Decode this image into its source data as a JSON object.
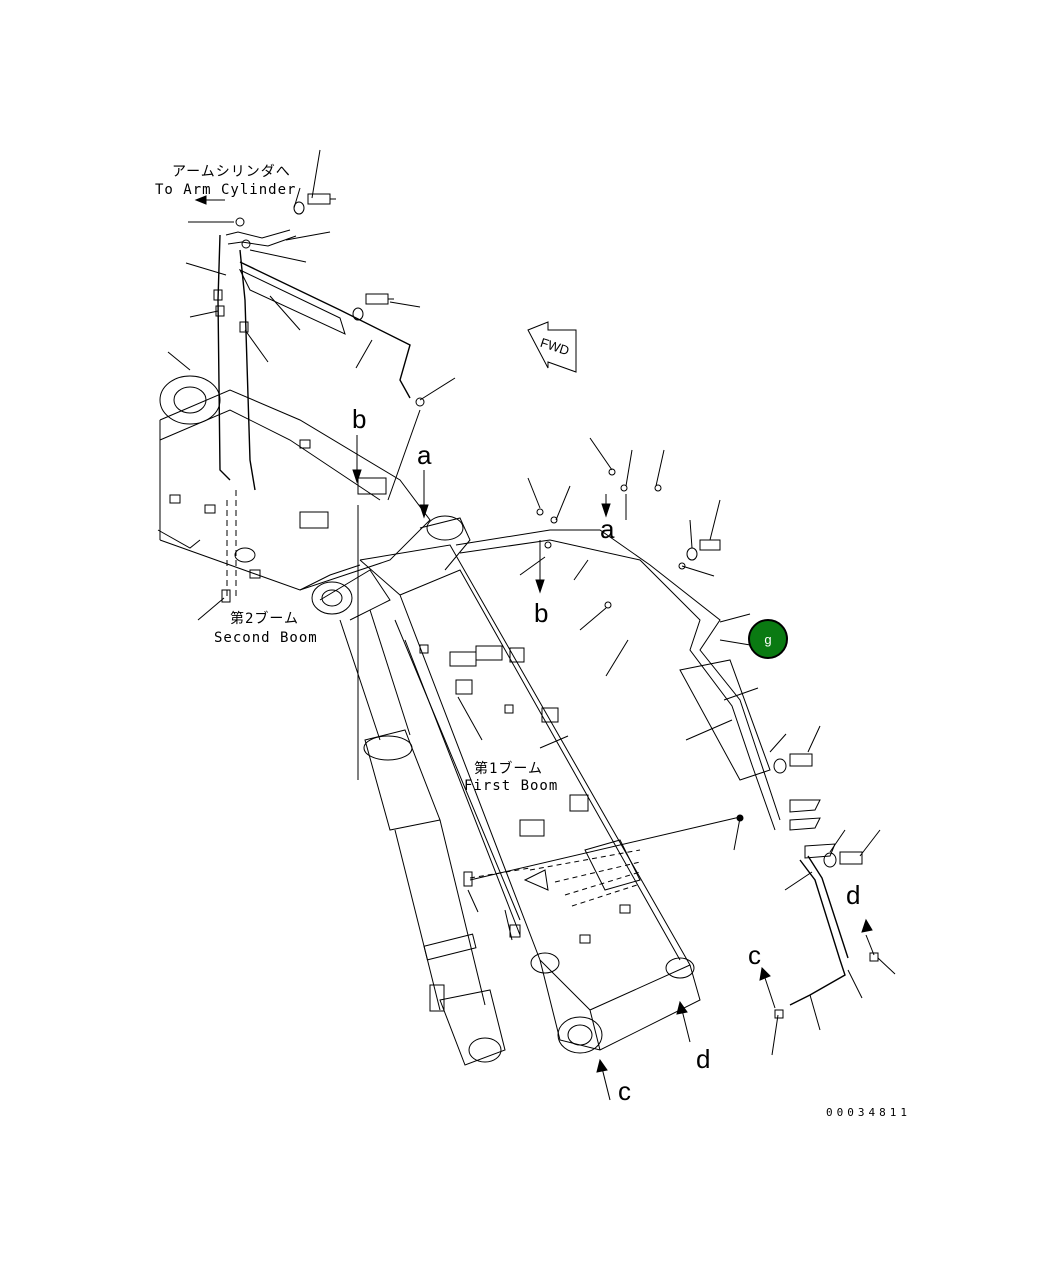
{
  "labels": {
    "arm_cylinder_jp": "アームシリンダへ",
    "arm_cylinder_en": "To Arm Cylinder",
    "second_boom_jp": "第2ブーム",
    "second_boom_en": "Second Boom",
    "first_boom_jp": "第1ブーム",
    "first_boom_en": "First Boom",
    "fwd": "FWD",
    "drawing_code": "00034811"
  },
  "connection_letters": {
    "a_upper": "a",
    "a_lower": "a",
    "b_upper": "b",
    "b_lower": "b",
    "c_right": "c",
    "c_bottom": "c",
    "d_right": "d",
    "d_bottom": "d"
  },
  "marker": {
    "label": "g",
    "color": "#0a7a12"
  }
}
